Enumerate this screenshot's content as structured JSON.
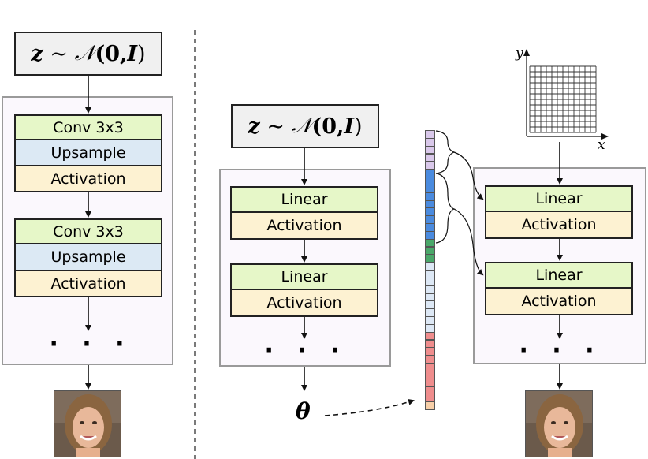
{
  "left": {
    "latent": {
      "z": "z",
      "sim": "∼",
      "N": "𝒩",
      "args": "(0, ",
      "I": "I",
      "close": ")"
    },
    "blocks": [
      {
        "conv": "Conv 3x3",
        "up": "Upsample",
        "act": "Activation"
      },
      {
        "conv": "Conv 3x3",
        "up": "Upsample",
        "act": "Activation"
      }
    ],
    "dots": "· · ·"
  },
  "middle": {
    "latent": {
      "z": "z",
      "sim": "∼",
      "N": "𝒩",
      "args": "(0, ",
      "I": "I",
      "close": ")"
    },
    "blocks": [
      {
        "lin": "Linear",
        "act": "Activation"
      },
      {
        "lin": "Linear",
        "act": "Activation"
      }
    ],
    "dots": "· · ·",
    "theta": "θ"
  },
  "right": {
    "axis": {
      "x": "x",
      "y": "y"
    },
    "blocks": [
      {
        "lin": "Linear",
        "act": "Activation"
      },
      {
        "lin": "Linear",
        "act": "Activation"
      }
    ],
    "dots": "· · ·"
  },
  "vector": {
    "colors": [
      "#d9c8ea",
      "#d9c8ea",
      "#d9c8ea",
      "#d9c8ea",
      "#d9c8ea",
      "#4a8bdf",
      "#4a8bdf",
      "#4a8bdf",
      "#4a8bdf",
      "#4a8bdf",
      "#4a8bdf",
      "#4a8bdf",
      "#4a8bdf",
      "#4a8bdf",
      "#4aa86a",
      "#4aa86a",
      "#4aa86a",
      "#dde8f5",
      "#dde8f5",
      "#dde8f5",
      "#dde8f5",
      "#dde8f5",
      "#dde8f5",
      "#dde8f5",
      "#dde8f5",
      "#dde8f5",
      "#ef8d8d",
      "#ef8d8d",
      "#ef8d8d",
      "#ef8d8d",
      "#ef8d8d",
      "#ef8d8d",
      "#ef8d8d",
      "#ef8d8d",
      "#ef8d8d",
      "#f7cfa8"
    ]
  }
}
